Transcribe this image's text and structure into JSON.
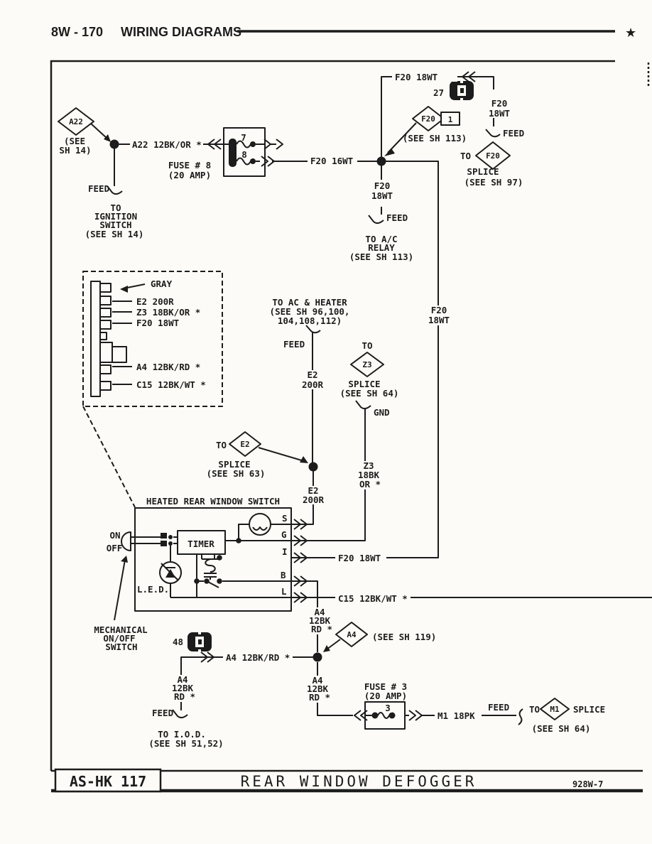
{
  "header": {
    "code": "8W - 170",
    "title": "WIRING DIAGRAMS",
    "star": "★"
  },
  "footer": {
    "sheet_code": "AS-HK 117",
    "title": "REAR WINDOW DEFOGGER",
    "page_code": "928W-7"
  },
  "colors": {
    "ink": "#1c1c1c",
    "paper": "#fcfbf7"
  },
  "labels": {
    "top_wire": "F20 18WT",
    "grommet27": "27",
    "f20_right_1": "F20",
    "f20_right_2": "18WT",
    "feed_splice97": "FEED",
    "to_splice97": "TO",
    "diamond_f20_splice": "F20",
    "splice97_word": "SPLICE",
    "splice97_ref": "(SEE SH 97)",
    "diamond_f20_1": "F20",
    "f20_1_pin": "1",
    "f20_1_ref": "(SEE SH 113)",
    "diamond_a22": "A22",
    "a22_ref_1": "(SEE",
    "a22_ref_2": "SH 14)",
    "a22_wire": "A22 12BK/OR *",
    "fuse8_name": "FUSE # 8",
    "fuse8_amp": "(20 AMP)",
    "fuse8_pin7": "7",
    "fuse8_pin8": "8",
    "f20_16wt": "F20 16WT",
    "feed_ignition": "FEED",
    "ignition_1": "TO",
    "ignition_2": "IGNITION",
    "ignition_3": "SWITCH",
    "ignition_4": "(SEE SH 14)",
    "f20_mid_1": "F20",
    "f20_mid_2": "18WT",
    "feed_ac_relay": "FEED",
    "ac_relay_1": "TO A/C",
    "ac_relay_2": "RELAY",
    "ac_relay_3": "(SEE SH 113)",
    "f20_vert_1": "F20",
    "f20_vert_2": "18WT",
    "conn_gray": "GRAY",
    "conn_e2": "E2 200R",
    "conn_z3": "Z3 18BK/OR *",
    "conn_f20": "F20 18WT",
    "conn_a4": "A4 12BK/RD *",
    "conn_c15": "C15 12BK/WT *",
    "ac_heater_1": "TO AC & HEATER",
    "ac_heater_2": "(SEE SH 96,100,",
    "ac_heater_3": "104,108,112)",
    "feed_ac_heater": "FEED",
    "e2_wire_1": "E2",
    "e2_wire_2": "200R",
    "to_z3": "TO",
    "diamond_z3": "Z3",
    "z3_splice_word": "SPLICE",
    "z3_splice_ref": "(SEE SH 64)",
    "gnd": "GND",
    "z3_wire_1": "Z3",
    "z3_wire_2": "18BK",
    "z3_wire_3": "OR *",
    "to_e2": "TO",
    "diamond_e2": "E2",
    "e2_splice_word": "SPLICE",
    "e2_splice_ref": "(SEE SH 63)",
    "e2_wire2_1": "E2",
    "e2_wire2_2": "200R",
    "switch_title": "HEATED REAR WINDOW SWITCH",
    "on": "ON",
    "off": "OFF",
    "timer": "TIMER",
    "led": "L.E.D.",
    "term_s": "S",
    "term_g": "G",
    "term_i": "I",
    "term_b": "B",
    "term_l": "L",
    "f20_i_wire": "F20 18WT",
    "c15_wire": "C15 12BK/WT *",
    "mech_1": "MECHANICAL",
    "mech_2": "ON/OFF",
    "mech_3": "SWITCH",
    "grommet48": "48",
    "a4_wire": "A4 12BK/RD *",
    "a4_b_1": "A4",
    "a4_b_2": "12BK",
    "a4_b_3": "RD *",
    "diamond_a4": "A4",
    "a4_ref": "(SEE SH 119)",
    "a4_iod_1": "A4",
    "a4_iod_2": "12BK",
    "a4_iod_3": "RD *",
    "feed_iod": "FEED",
    "iod_1": "TO I.O.D.",
    "iod_2": "(SEE SH 51,52)",
    "a4_fuse_1": "A4",
    "a4_fuse_2": "12BK",
    "a4_fuse_3": "RD *",
    "fuse3_name": "FUSE # 3",
    "fuse3_amp": "(20 AMP)",
    "fuse3_pin": "3",
    "m1_wire": "M1 18PK",
    "feed_m1": "FEED",
    "to_m1": "TO",
    "diamond_m1": "M1",
    "m1_splice_word": "SPLICE",
    "m1_splice_ref": "(SEE SH 64)"
  }
}
